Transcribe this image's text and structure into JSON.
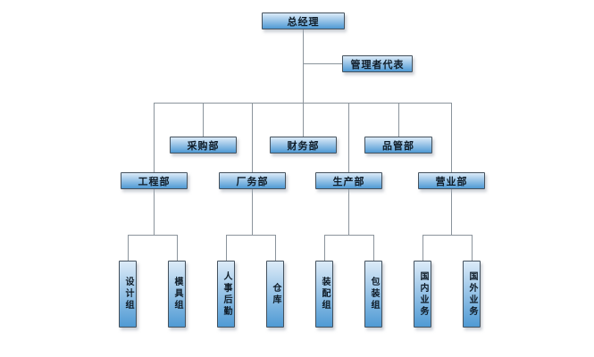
{
  "org_chart": {
    "root": {
      "label": "总经理"
    },
    "staff": {
      "label": "管理者代表"
    },
    "level2": [
      {
        "label": "采购部"
      },
      {
        "label": "财务部"
      },
      {
        "label": "品管部"
      }
    ],
    "departments": [
      {
        "label": "工程部",
        "children": [
          {
            "label": "设计组"
          },
          {
            "label": "模具组"
          }
        ]
      },
      {
        "label": "厂务部",
        "children": [
          {
            "label": "人事后勤"
          },
          {
            "label": "仓库"
          }
        ]
      },
      {
        "label": "生产部",
        "children": [
          {
            "label": "装配组"
          },
          {
            "label": "包装组"
          }
        ]
      },
      {
        "label": "营业部",
        "children": [
          {
            "label": "国内业务"
          },
          {
            "label": "国外业务"
          }
        ]
      }
    ],
    "colors": {
      "box_gradient_top": "#dcebf8",
      "box_gradient_mid": "#9cc6e8",
      "box_gradient_bottom": "#4f9ad4",
      "box_border": "#45525e",
      "connector_line": "#8b949c",
      "label_text": "#0f1c28"
    }
  }
}
